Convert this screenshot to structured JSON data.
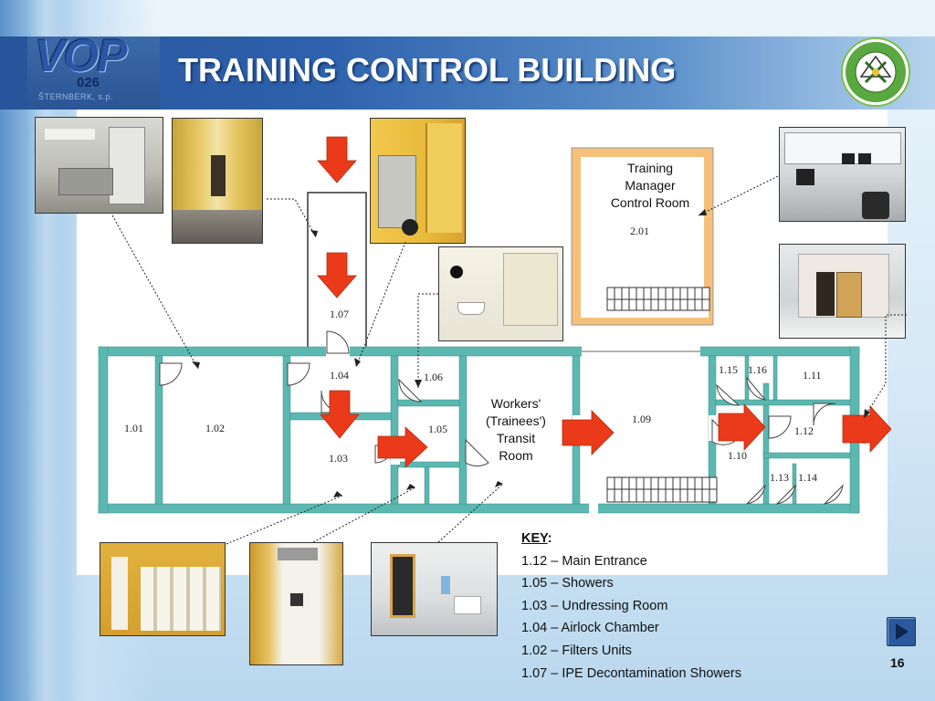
{
  "header": {
    "title": "TRAINING CONTROL BUILDING",
    "logo_text": "VOP",
    "logo_number": "026",
    "logo_company": "ŠTERNBERK, s.p."
  },
  "plan": {
    "rooms": {
      "r101": "1.01",
      "r102": "1.02",
      "r103": "1.03",
      "r104": "1.04",
      "r105": "1.05",
      "r106": "1.06",
      "r107": "1.07",
      "r109": "1.09",
      "r110": "1.10",
      "r111": "1.11",
      "r112": "1.12",
      "r113": "1.13",
      "r114": "1.14",
      "r115": "1.15",
      "r116": "1.16",
      "r201": "2.01"
    },
    "training_room_label": [
      "Training",
      "Manager",
      "Control Room"
    ],
    "transit_room_label": [
      "Workers'",
      "(Trainees')",
      "Transit",
      "Room"
    ]
  },
  "key": {
    "title": "KEY",
    "items": [
      "1.12 – Main Entrance",
      "1.05 – Showers",
      "1.03 – Undressing Room",
      "1.04 – Airlock Chamber",
      "1.02 – Filters Units",
      "1.07 – IPE Decontamination Showers"
    ]
  },
  "footer": {
    "page_number": "16"
  },
  "colors": {
    "header_blue": "#27549a",
    "wall_teal": "#5bb8b0",
    "arrow_red": "#ea3a1a",
    "upper_wall_orange": "#f5c07a"
  },
  "icons": {
    "seal": "university-seal-icon",
    "nav": "next-slide-icon"
  }
}
